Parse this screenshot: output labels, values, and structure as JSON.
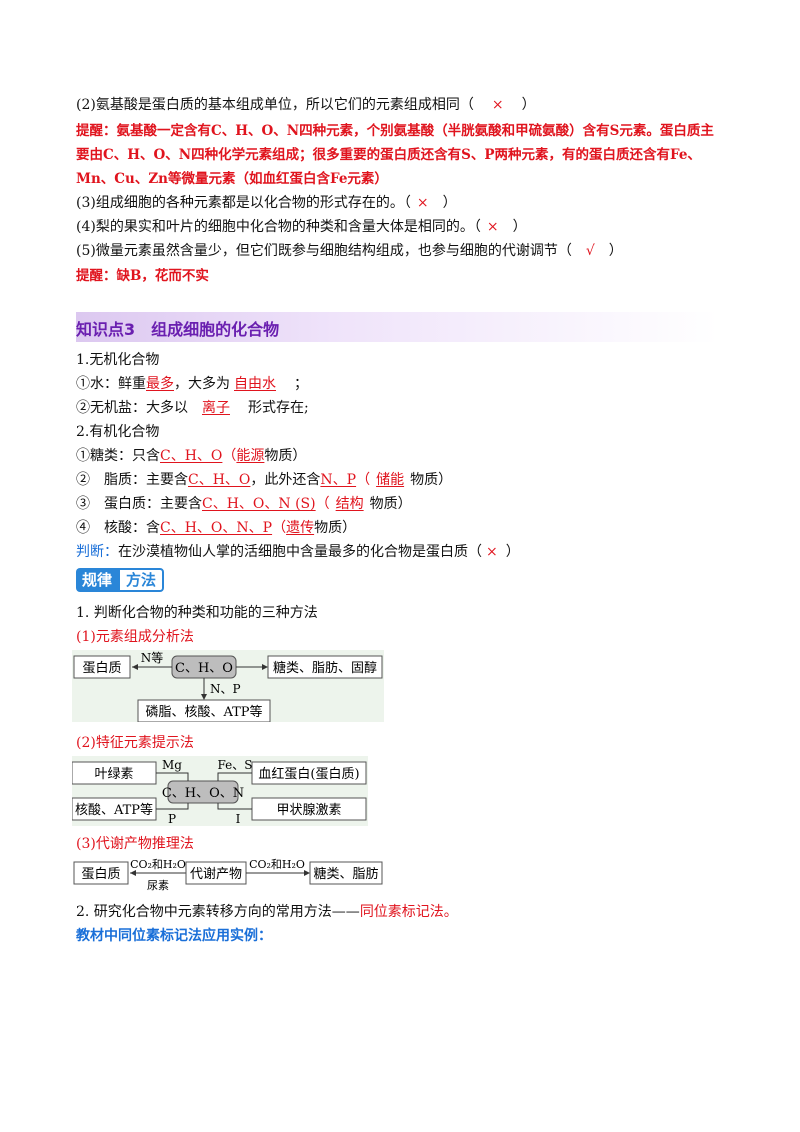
{
  "items": {
    "q2": {
      "text": "(2)氨基酸是蛋白质的基本组成单位，所以它们的元素组成相同（",
      "mark": "×",
      "end": "）"
    },
    "hint1": {
      "l1": "提醒：氨基酸一定含有C、H、O、N四种元素，个别氨基酸（半胱氨酸和甲硫氨酸）含有S元素。蛋白质主",
      "l2": "要由C、H、O、N四种化学元素组成；很多重要的蛋白质还含有S、P两种元素，有的蛋白质还含有Fe、",
      "l3": "Mn、Cu、Zn等微量元素（如血红蛋白含Fe元素）"
    },
    "q3": {
      "text": "(3)组成细胞的各种元素都是以化合物的形式存在的。（",
      "mark": "×",
      "end": "）"
    },
    "q4": {
      "text": "(4)梨的果实和叶片的细胞中化合物的种类和含量大体是相同的。（",
      "mark": "×",
      "end": "）"
    },
    "q5": {
      "text": "(5)微量元素虽然含量少，但它们既参与细胞结构组成，也参与细胞的代谢调节（",
      "mark": "√",
      "end": "）"
    },
    "hint2": "提醒：缺B，花而不实"
  },
  "section3": {
    "title": "知识点3　组成细胞的化合物"
  },
  "inorganic": {
    "heading": "1.无机化合物",
    "water": {
      "pre": "①水：鲜重",
      "blank1": "最多",
      "mid": "，大多为",
      "blank2": "自由水",
      "end": "；"
    },
    "salt": {
      "pre": "②无机盐：大多以",
      "blank": "离子",
      "end": "形式存在;"
    }
  },
  "organic": {
    "heading": "2.有机化合物",
    "sugar": {
      "pre": "①糖类：只含",
      "b1": "C、H、O",
      "p1": "（",
      "b2": "能源",
      "end": "物质）"
    },
    "fat": {
      "pre": "②　脂质：主要含",
      "b1": "C、H、O",
      "mid": "，此外还含",
      "b2": "N、P",
      "p2": "（",
      "b3": "储能",
      "end": "物质）"
    },
    "protein": {
      "pre": "③　蛋白质：主要含",
      "b1": "C、H、O、N (S)",
      "p1": "（",
      "b2": "结构",
      "end": "物质）"
    },
    "nucleic": {
      "pre": "④　核酸：含",
      "b1": "C、H、O、N、P",
      "p1": "（",
      "b2": "遗传",
      "end": "物质）"
    },
    "judge": {
      "label": "判断：",
      "text": "在沙漠植物仙人掌的活细胞中含量最多的化合物是蛋白质（",
      "mark": "×",
      "end": "）"
    }
  },
  "badge": {
    "part1": "规律",
    "part2": "方法"
  },
  "methods": {
    "heading": "1. 判断化合物的种类和功能的三种方法",
    "m1": "(1)元素组成分析法",
    "m2": "(2)特征元素提示法",
    "m3": "(3)代谢产物推理法",
    "tracer_pre": "2.  研究化合物中元素转移方向的常用方法——",
    "tracer_method": "同位素标记法。",
    "example": "教材中同位素标记法应用实例："
  },
  "diagram1": {
    "center": "C、H、O",
    "left": "蛋白质",
    "left_arrow": "N等",
    "right": "糖类、脂肪、固醇",
    "down_arrow": "N、P",
    "bottom": "磷脂、核酸、ATP等"
  },
  "diagram2": {
    "center": "C、H、O、N",
    "tl": "叶绿素",
    "tl_el": "Mg",
    "bl": "核酸、ATP等",
    "bl_el": "P",
    "tr": "血红蛋白(蛋白质)",
    "tr_el": "Fe、S",
    "br": "甲状腺激素",
    "br_el": "I"
  },
  "diagram3": {
    "left": "蛋白质",
    "arrow1_top": "CO₂和H₂O",
    "arrow1_bottom": "尿素",
    "center": "代谢产物",
    "arrow2_top": "CO₂和H₂O",
    "right": "糖类、脂肪"
  }
}
